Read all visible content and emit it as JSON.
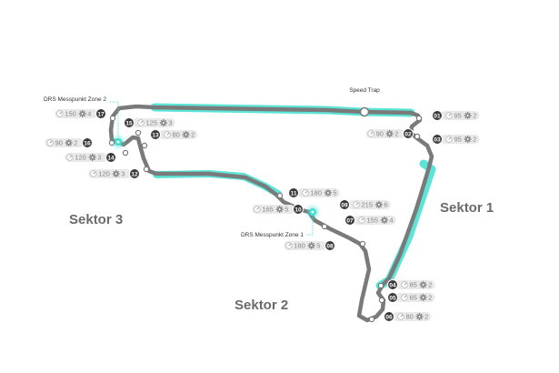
{
  "labels": {
    "speed_trap": "Speed Trap",
    "drs_zone_2": "DRS Messpunkt Zone 2",
    "drs_zone_1": "DRS Messpunkt Zone 1"
  },
  "sectors": [
    {
      "id": "s1",
      "label": "Sektor 1"
    },
    {
      "id": "s2",
      "label": "Sektor 2"
    },
    {
      "id": "s3",
      "label": "Sektor 3"
    }
  ],
  "corners": [
    {
      "number": "01",
      "speed": "95",
      "gear": "2"
    },
    {
      "number": "02",
      "speed": "90",
      "gear": "2"
    },
    {
      "number": "03",
      "speed": "95",
      "gear": "2"
    },
    {
      "number": "04",
      "speed": "85",
      "gear": "2"
    },
    {
      "number": "05",
      "speed": "65",
      "gear": "2"
    },
    {
      "number": "06",
      "speed": "80",
      "gear": "2"
    },
    {
      "number": "07",
      "speed": "155",
      "gear": "4"
    },
    {
      "number": "08",
      "speed": "180",
      "gear": "5"
    },
    {
      "number": "09",
      "speed": "215",
      "gear": "6"
    },
    {
      "number": "10",
      "speed": "165",
      "gear": "5"
    },
    {
      "number": "11",
      "speed": "180",
      "gear": "5"
    },
    {
      "number": "12",
      "speed": "120",
      "gear": "3"
    },
    {
      "number": "13",
      "speed": "80",
      "gear": "2"
    },
    {
      "number": "14",
      "speed": "120",
      "gear": "3"
    },
    {
      "number": "15",
      "speed": "125",
      "gear": "3"
    },
    {
      "number": "16",
      "speed": "90",
      "gear": "2"
    },
    {
      "number": "17",
      "speed": "150",
      "gear": "4"
    }
  ],
  "colors": {
    "track": "#7a7a7a",
    "drs_highlight": "#3fe0d0",
    "corner_badge": "#3b3b3b",
    "pill_bg": "#e9e9e9",
    "pill_text": "#888888",
    "sector_text": "#6b6b6b"
  },
  "icons": {
    "speed": "speedometer-icon",
    "gear": "gear-icon"
  }
}
